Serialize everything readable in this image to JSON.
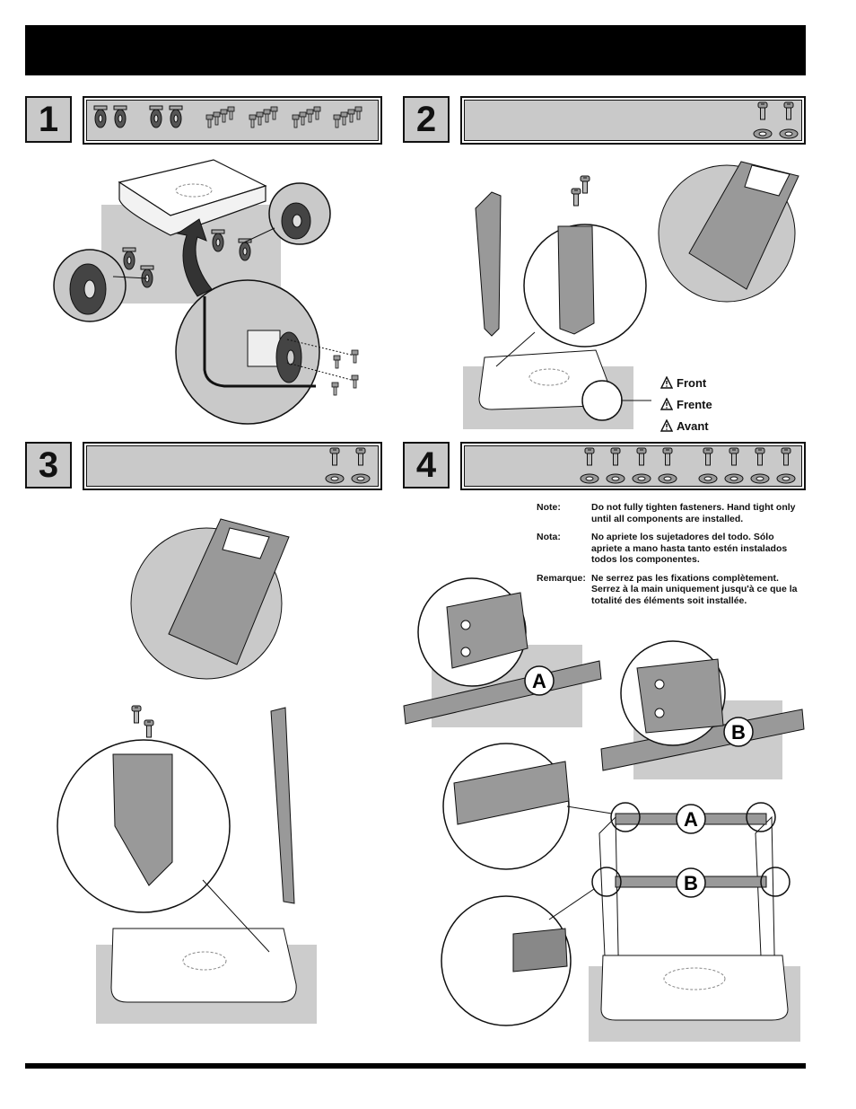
{
  "steps": [
    {
      "number": "1"
    },
    {
      "number": "2"
    },
    {
      "number": "3"
    },
    {
      "number": "4"
    }
  ],
  "legend": {
    "items": [
      "Front",
      "Frente",
      "Avant"
    ]
  },
  "notes": [
    {
      "label": "Note:",
      "text": "Do not fully tighten fasteners. Hand tight only until all components are installed."
    },
    {
      "label": "Nota:",
      "text": "No apriete los sujetadores del todo. Sólo apriete a mano hasta tanto estén instalados todos los componentes."
    },
    {
      "label": "Remarque:",
      "text": "Ne serrez pas les fixations complètement. Serrez à la main uniquement jusqu'à ce que la totalité des éléments soit installée."
    }
  ],
  "callouts": {
    "a": "A",
    "b": "B"
  },
  "colors": {
    "panel_gray": "#c9c9c9",
    "backdrop_gray": "#cccccc",
    "metal_dark": "#777777",
    "black": "#000000"
  }
}
